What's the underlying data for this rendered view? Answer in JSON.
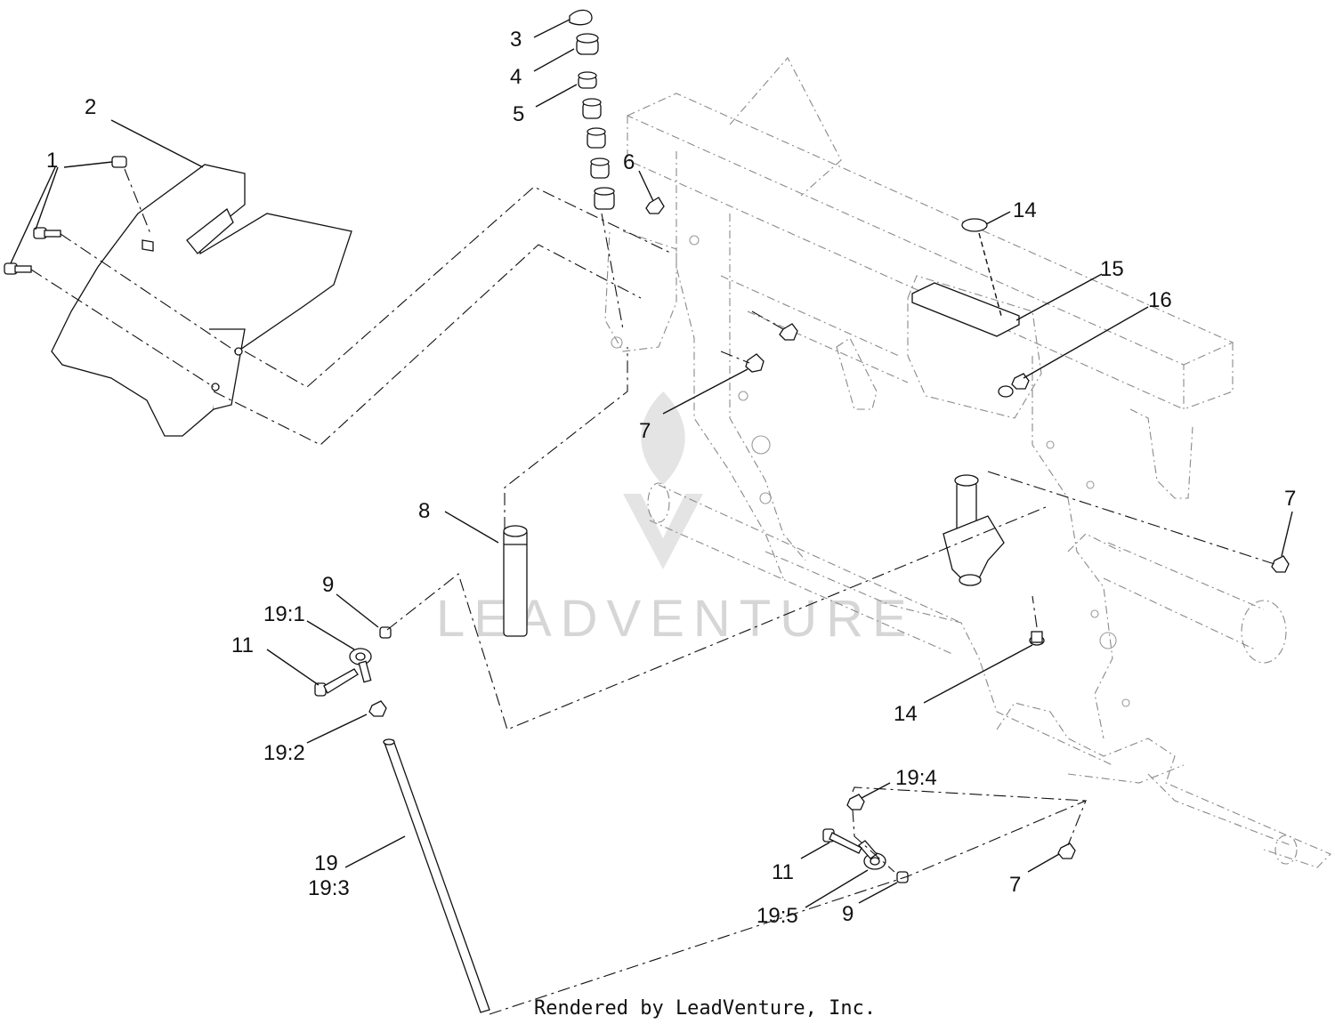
{
  "watermark": {
    "text": "LEADVENTURE"
  },
  "footer": {
    "credit": "Rendered by LeadVenture, Inc."
  },
  "callouts": {
    "c1": "1",
    "c2": "2",
    "c3": "3",
    "c4": "4",
    "c5": "5",
    "c6": "6",
    "c7a": "7",
    "c7b": "7",
    "c7c": "7",
    "c8": "8",
    "c9a": "9",
    "c9b": "9",
    "c11a": "11",
    "c11b": "11",
    "c14a": "14",
    "c14b": "14",
    "c15": "15",
    "c16": "16",
    "c19": "19",
    "c19_1": "19:1",
    "c19_2": "19:2",
    "c19_3": "19:3",
    "c19_4": "19:4",
    "c19_5": "19:5"
  }
}
